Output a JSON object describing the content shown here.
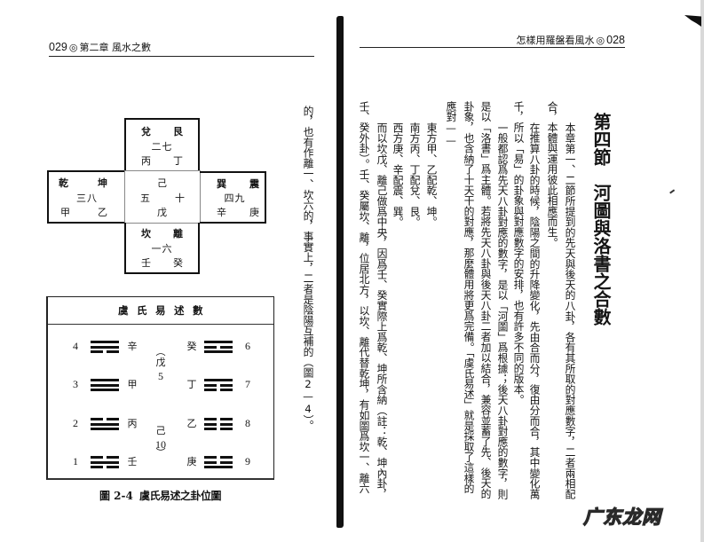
{
  "left_page": {
    "header": {
      "page_number": "029",
      "separator": "◎",
      "chapter": "第二章 風水之數"
    },
    "cross_diagram": {
      "top": {
        "trigram_left": "兌",
        "trigram_right": "艮",
        "numbers": "二七",
        "stem_left": "丙",
        "stem_right": "丁"
      },
      "left": {
        "trigram_left": "乾",
        "trigram_right": "坤",
        "numbers": "三八",
        "stem_left": "甲",
        "stem_right": "乙"
      },
      "center": {
        "top": "己",
        "number_left": "五",
        "number_right": "十",
        "bottom": "戊"
      },
      "right": {
        "trigram_left": "巽",
        "trigram_right": "震",
        "numbers": "四九",
        "stem_left": "辛",
        "stem_right": "庚"
      },
      "bottom": {
        "trigram_left": "坎",
        "trigram_right": "離",
        "numbers": "一六",
        "stem_left": "壬",
        "stem_right": "癸"
      }
    },
    "yu_table": {
      "title": "虞氏易述數",
      "left_rows": [
        {
          "number": "4",
          "trigram": "☴",
          "lines": "110",
          "stem": "辛"
        },
        {
          "number": "3",
          "trigram": "☰",
          "lines": "111",
          "stem": "甲"
        },
        {
          "number": "2",
          "trigram": "☱",
          "lines": "011",
          "stem": "丙"
        },
        {
          "number": "1",
          "trigram": "☵",
          "lines": "010",
          "stem": "壬"
        }
      ],
      "center": {
        "open_paren": "︵",
        "stem_top": "戊",
        "number_top": "5",
        "stem_bottom": "己",
        "number_bottom": "10",
        "close_paren": "︶"
      },
      "right_rows": [
        {
          "stem": "癸",
          "trigram": "☲",
          "lines": "101",
          "number": "6"
        },
        {
          "stem": "丁",
          "trigram": "☶",
          "lines": "100",
          "number": "7"
        },
        {
          "stem": "乙",
          "trigram": "☷",
          "lines": "000",
          "number": "8"
        },
        {
          "stem": "庚",
          "trigram": "☳",
          "lines": "001",
          "number": "9"
        }
      ]
    },
    "caption": {
      "label": "圖 2-4",
      "title": "虞氏易述之卦位圖"
    },
    "text_columns": [
      "的，也有作離一、坎六的，事實上，二者是陰陽互補的（圖2—4）。"
    ]
  },
  "right_page": {
    "header": {
      "book_title": "怎樣用羅盤看風水",
      "separator": "◎",
      "page_number": "028"
    },
    "section_title": "第四節　河圖與洛書之合數",
    "text_columns": [
      "本章第一、二節所提到的先天與後天的八卦，各有其所取的對應數字，二者兩相配",
      "合，本體與運用彼此相應而生。",
      "在推算八卦的時候，陰陽之間的升降變化，先由合而分，復由分而合，其中變化萬",
      "千，所以「易」的卦象與對應數字的安排，也有許多不同的版本。",
      "一般都認爲先天八卦對應的數字，是以「河圖」爲根據；後天八卦對應的數字，則",
      "是以「洛書」爲主體。若將先天八卦與後天八卦二者加以結合，兼容並蓄了先、後天的",
      "卦象，也含納了十天干的對應，那麼體用將更爲完備。「虞氏易述」就是採取了這樣的",
      "應對——",
      "東方甲、乙配乾、坤。",
      "南方丙、丁配兌、艮。",
      "西方庚、辛配震、巽。",
      "而以坎戊、離己做爲中央，因爲壬、癸實際上爲乾、坤所含納（註：乾、坤內卦，",
      "壬、癸外卦）。壬、癸屬坎、離，位居北方，以坎、離代替乾坤，有如圖爲坎一、離六"
    ]
  },
  "watermark": "广东龙网"
}
